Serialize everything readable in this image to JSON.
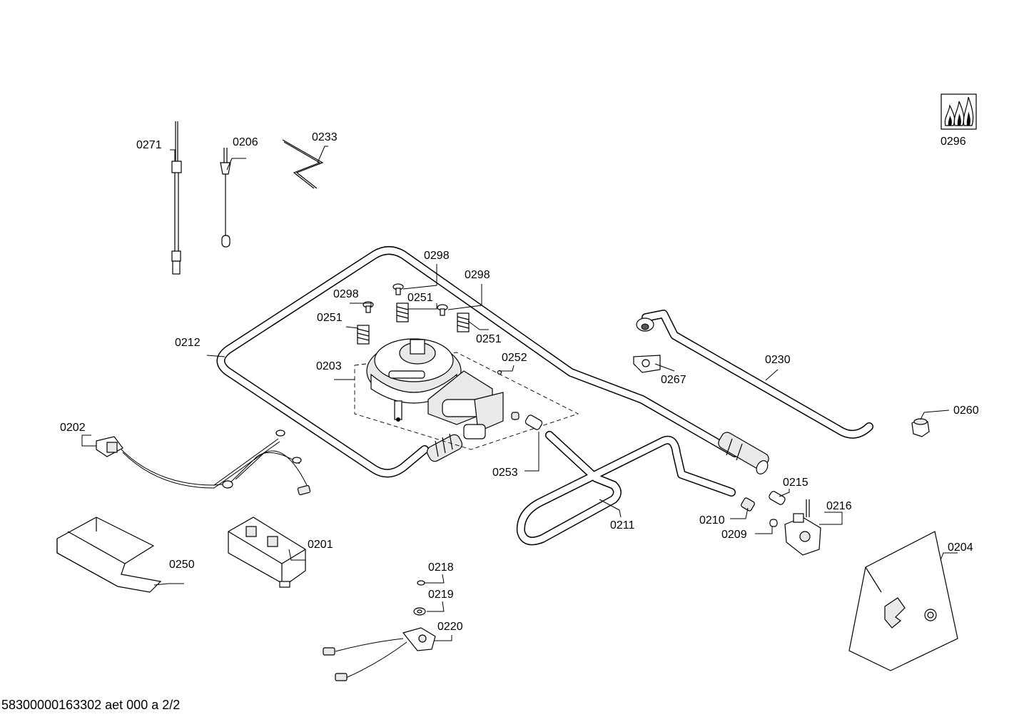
{
  "labels": {
    "p0271": "0271",
    "p0206": "0206",
    "p0233": "0233",
    "p0296": "0296",
    "p0298a": "0298",
    "p0298b": "0298",
    "p0298c": "0298",
    "p0251a": "0251",
    "p0251b": "0251",
    "p0251c": "0251",
    "p0212": "0212",
    "p0203": "0203",
    "p0252": "0252",
    "p0230": "0230",
    "p0267": "0267",
    "p0260": "0260",
    "p0202": "0202",
    "p0253": "0253",
    "p0211": "0211",
    "p0215": "0215",
    "p0216": "0216",
    "p0210": "0210",
    "p0209": "0209",
    "p0201": "0201",
    "p0250": "0250",
    "p0204": "0204",
    "p0218": "0218",
    "p0219": "0219",
    "p0220": "0220"
  },
  "footer": {
    "doc_id": "58300000163302 aet 000 a 2/2"
  }
}
